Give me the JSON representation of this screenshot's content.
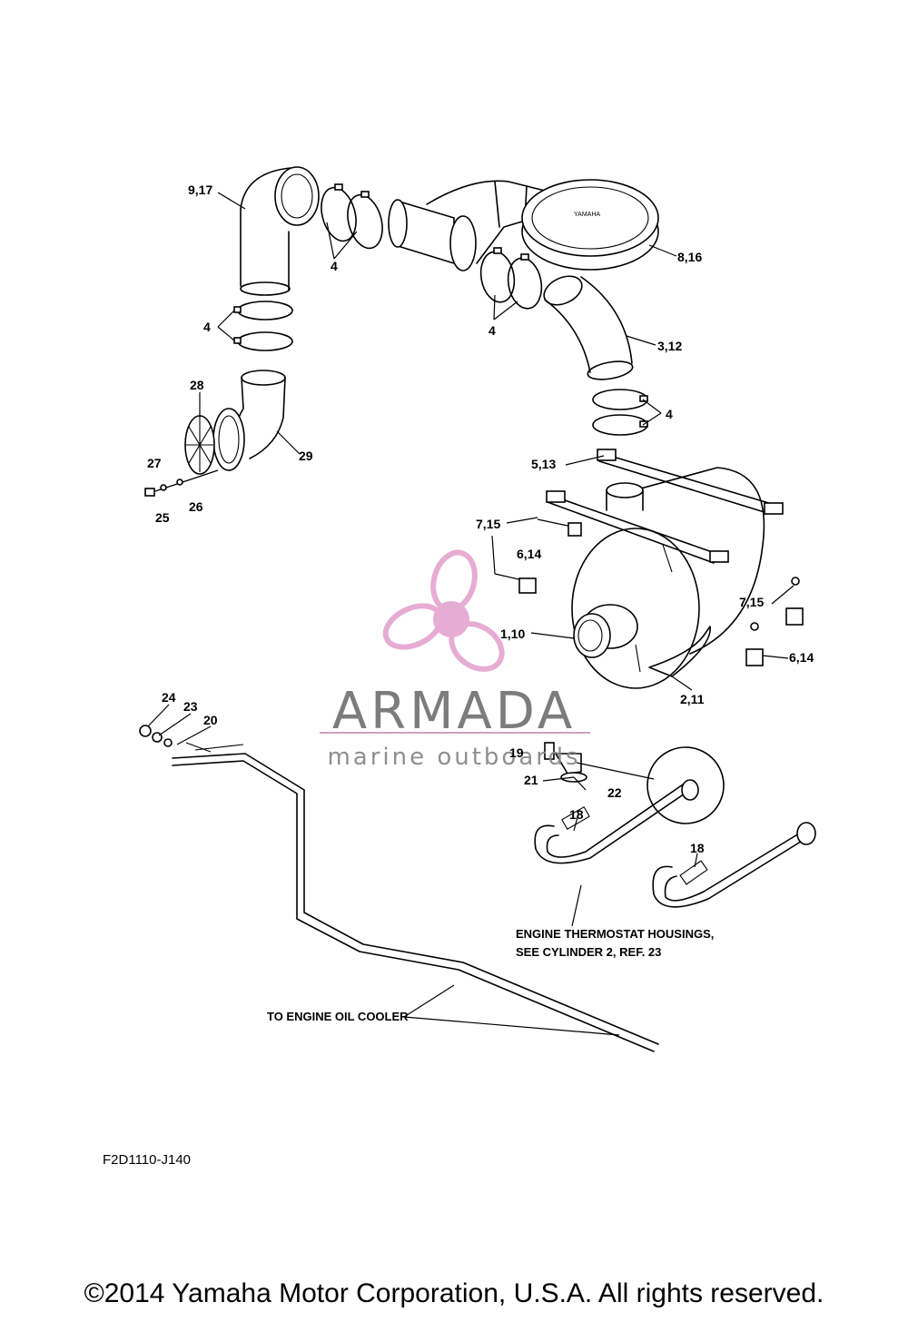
{
  "labels": {
    "p9_17": "9,17",
    "p4_a": "4",
    "p4_b": "4",
    "p4_c": "4",
    "p4_d": "4",
    "p8_16": "8,16",
    "p3_12": "3,12",
    "p28": "28",
    "p29": "29",
    "p27": "27",
    "p26": "26",
    "p25": "25",
    "p5_13": "5,13",
    "p7_15_a": "7,15",
    "p6_14_a": "6,14",
    "p7_15_b": "7,15",
    "p6_14_b": "6,14",
    "p1_10": "1,10",
    "p2_11": "2,11",
    "p24": "24",
    "p23": "23",
    "p20": "20",
    "p19": "19",
    "p21": "21",
    "p22": "22",
    "p18_a": "18",
    "p18_b": "18"
  },
  "notes": {
    "thermostat_line1": "ENGINE THERMOSTAT HOUSINGS,",
    "thermostat_line2": "SEE CYLINDER 2, REF. 23",
    "oil_cooler": "TO ENGINE OIL COOLER"
  },
  "diagram_code": "F2D1110-J140",
  "watermark": {
    "brand": "ARMADA",
    "tagline": "marine outboards",
    "color": "#e6a8d2"
  },
  "copyright": "©2014 Yamaha Motor Corporation, U.S.A. All rights reserved."
}
